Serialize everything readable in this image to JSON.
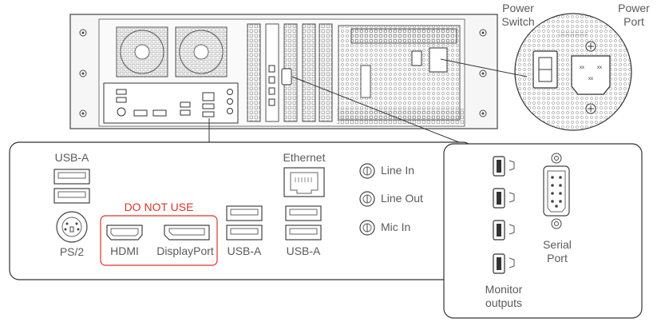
{
  "colors": {
    "line": "#444444",
    "chassis": "#f4f4f4",
    "warning": "#d9342b",
    "label": "#5a5a5a"
  },
  "chassis_labels": {
    "power_switch": [
      "Power",
      "Switch"
    ],
    "power_port": [
      "Power",
      "Port"
    ]
  },
  "io_panel": {
    "usb_a_top": "USB-A",
    "ps2": "PS/2",
    "do_not_use": "DO NOT USE",
    "hdmi": "HDMI",
    "displayport": "DisplayPort",
    "usb_a_mid": "USB-A",
    "ethernet": "Ethernet",
    "usb_a_eth": "USB-A",
    "line_in": "Line In",
    "line_out": "Line Out",
    "mic_in": "Mic In"
  },
  "gpu_panel": {
    "monitor_outputs": [
      "Monitor",
      "outputs"
    ],
    "serial_port": [
      "Serial",
      "Port"
    ]
  },
  "icons": [
    "fan-icon",
    "usb-a-port-icon",
    "ps2-port-icon",
    "hdmi-port-icon",
    "displayport-port-icon",
    "ethernet-port-icon",
    "audio-jack-icon",
    "mini-displayport-icon",
    "serial-port-icon",
    "power-switch-icon",
    "power-socket-icon"
  ]
}
